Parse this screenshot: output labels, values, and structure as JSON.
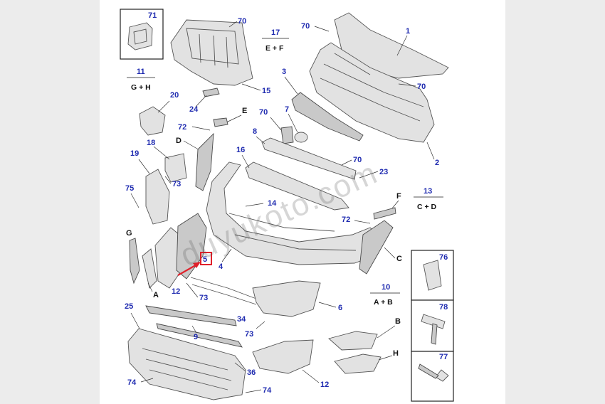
{
  "watermark": "duyukoto.com",
  "highlight_color": "#e0202a",
  "number_color": "#1f2bb0",
  "labels": {
    "n71": "71",
    "n70a": "70",
    "n70b": "70",
    "n70c": "70",
    "n70d": "70",
    "n70e": "70",
    "n1": "1",
    "n3": "3",
    "n15": "15",
    "n20": "20",
    "n24": "24",
    "n7": "7",
    "n72a": "72",
    "n72b": "72",
    "n8": "8",
    "n18": "18",
    "n16": "16",
    "n2": "2",
    "n19": "19",
    "n23": "23",
    "n75": "75",
    "n73a": "73",
    "n73b": "73",
    "n73c": "73",
    "n14": "14",
    "n5": "5",
    "n4": "4",
    "n12a": "12",
    "n12b": "12",
    "n6": "6",
    "n25": "25",
    "n34": "34",
    "n9": "9",
    "n36": "36",
    "n74a": "74",
    "n74b": "74",
    "n76": "76",
    "n78": "78",
    "n77": "77",
    "lE": "E",
    "lD": "D",
    "lF": "F",
    "lC": "C",
    "lG": "G",
    "lA": "A",
    "lB": "B",
    "lH": "H"
  },
  "groups": {
    "g17": {
      "num": "17",
      "formula": "E + F"
    },
    "g11": {
      "num": "11",
      "formula": "G + H"
    },
    "g13": {
      "num": "13",
      "formula": "C + D"
    },
    "g10": {
      "num": "10",
      "formula": "A + B"
    }
  }
}
